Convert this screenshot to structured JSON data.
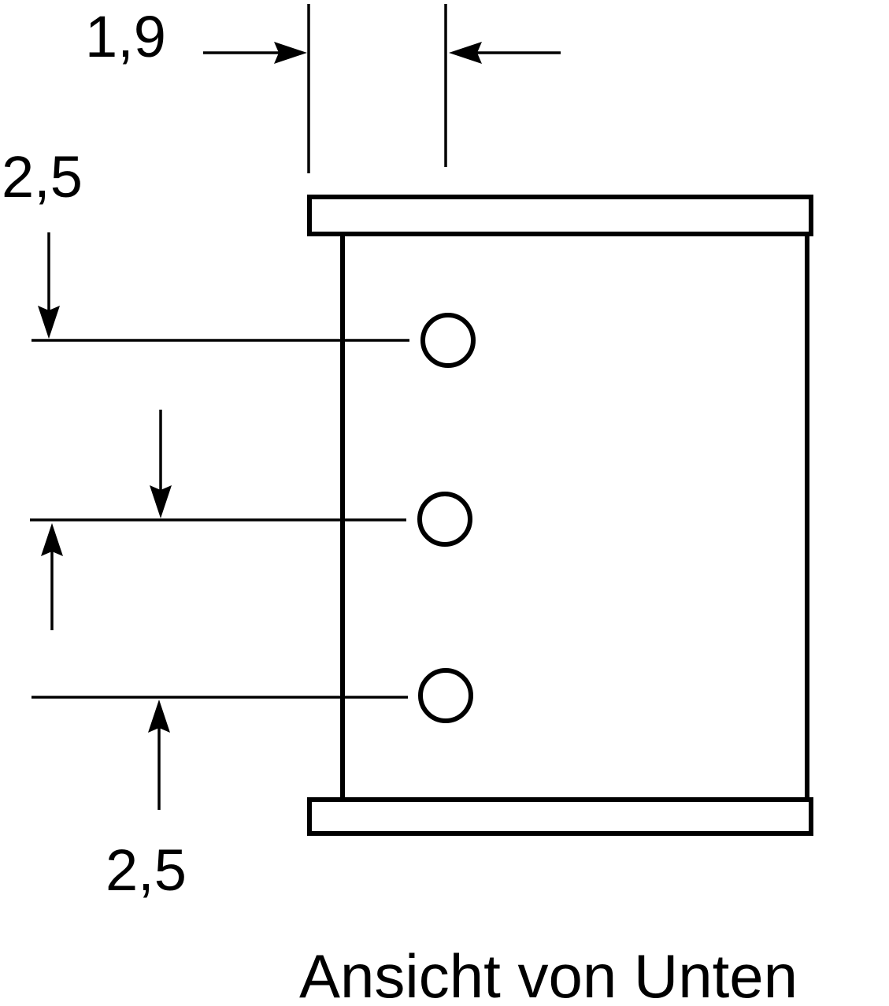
{
  "dimensions": {
    "top_width": "1,9",
    "upper_spacing": "2,5",
    "lower_spacing": "2,5"
  },
  "caption": "Ansicht von Unten",
  "colors": {
    "line": "#000000",
    "background": "#ffffff"
  }
}
